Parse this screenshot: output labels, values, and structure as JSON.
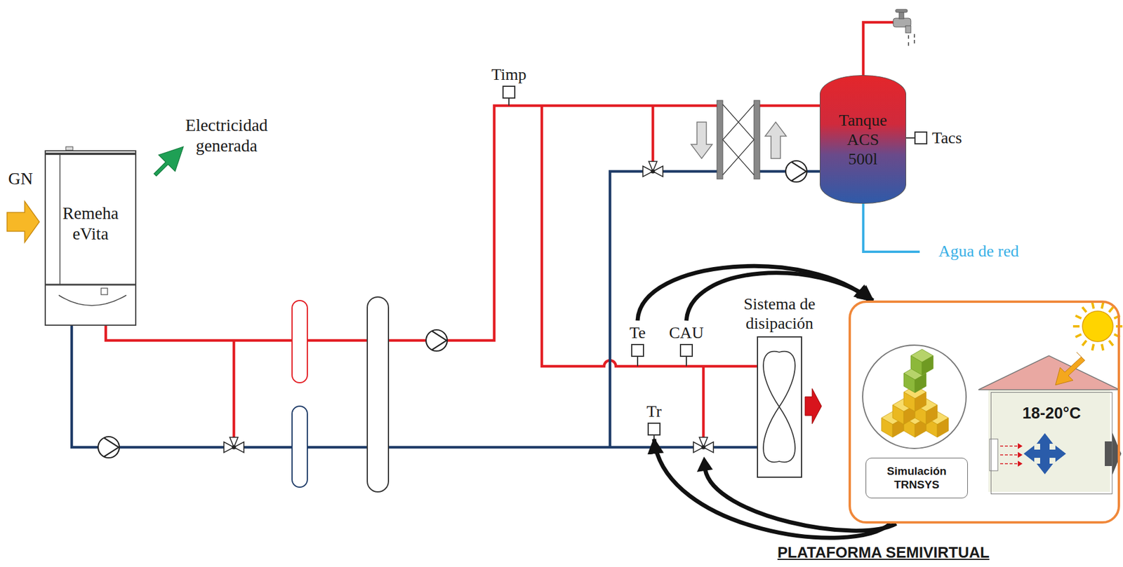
{
  "diagram": {
    "nodes": [
      {
        "text": [
          "Remeha eVita"
        ]
      },
      {
        "text": [
          "Timp"
        ]
      },
      {
        "text": [
          "Tanque ACS 500l"
        ]
      },
      {
        "text": [
          "Tacs"
        ]
      },
      {
        "text": [
          "Te"
        ]
      },
      {
        "text": [
          "CAU"
        ]
      },
      {
        "text": [
          "Sistema de disipación"
        ]
      },
      {
        "text": [
          "Tr"
        ]
      },
      {
        "text": [
          "PLATAFORMA SEMIVIRTUAL"
        ]
      },
      {
        "text": [
          "Simulación TRNSYS"
        ],
        "in": 8
      },
      {
        "text": [
          "18-20°C"
        ],
        "in": 8
      }
    ],
    "edges": [
      {
        "from": 4,
        "to": 8,
        "arrow": "to"
      },
      {
        "from": 5,
        "to": 8,
        "arrow": "to"
      },
      {
        "from": 8,
        "to": 7,
        "arrow": "to"
      }
    ],
    "labels": [
      "GN",
      "Electricidad generada",
      "Agua de red"
    ]
  }
}
